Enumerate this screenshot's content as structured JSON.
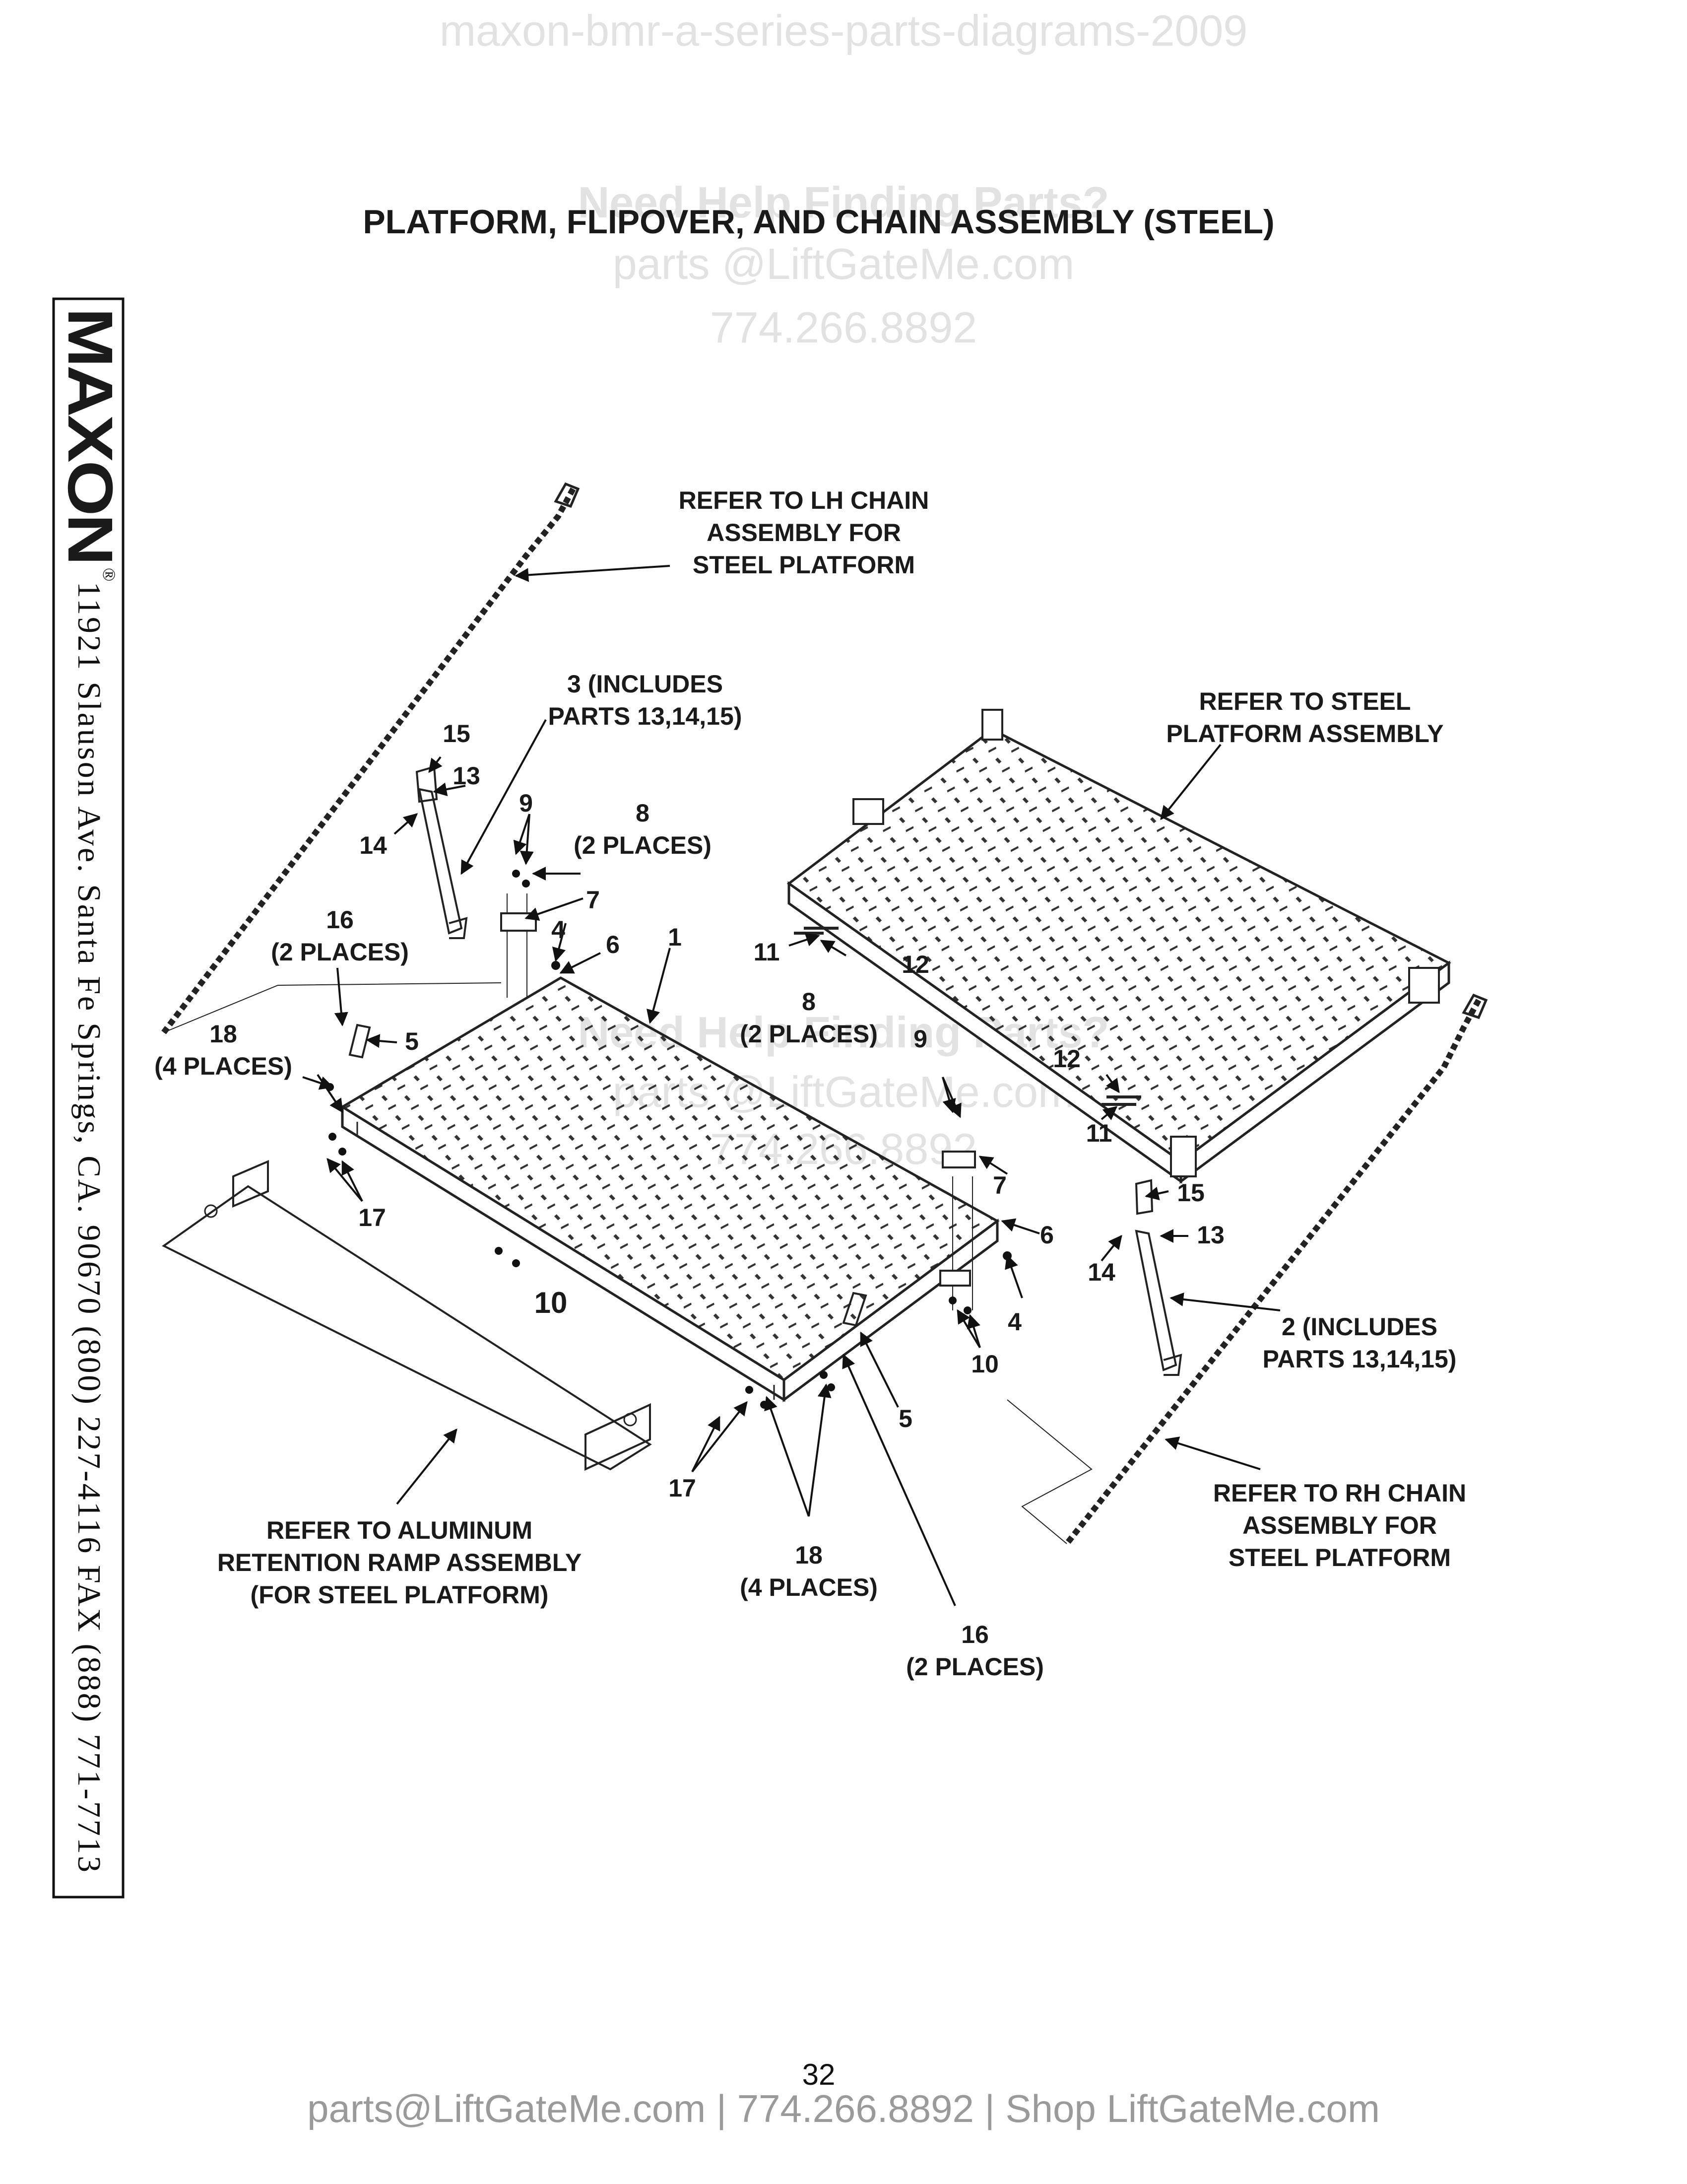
{
  "watermark": {
    "doc_name": "maxon-bmr-a-series-parts-diagrams-2009",
    "help_text": "Need Help Finding Parts?",
    "email": "parts @LiftGateMe.com",
    "phone": "774.266.8892",
    "center_help": "Need Help Finding Parts?",
    "center_email": "parts @LiftGateMe.com",
    "center_phone": "774.266.8892"
  },
  "title": "PLATFORM, FLIPOVER, AND CHAIN ASSEMBLY (STEEL)",
  "sidebar": {
    "logo": "MAXON",
    "registered": "®",
    "address": "11921 Slauson Ave.  Santa Fe Springs, CA.  90670  (800) 227-4116  FAX (888) 771-7713"
  },
  "callouts": {
    "lh_chain": [
      "REFER TO LH CHAIN",
      "ASSEMBLY FOR",
      "STEEL PLATFORM"
    ],
    "part3": [
      "3 (INCLUDES",
      "PARTS 13,14,15)"
    ],
    "steel_platform": [
      "REFER TO STEEL",
      "PLATFORM ASSEMBLY"
    ],
    "n15a": "15",
    "n13a": "13",
    "n14a": "14",
    "n9a": "9",
    "n8a": [
      "8",
      "(2 PLACES)"
    ],
    "n7a": "7",
    "n4a": "4",
    "n6a": "6",
    "n1": "1",
    "n16a": [
      "16",
      "(2 PLACES)"
    ],
    "n5a": "5",
    "n18a": [
      "18",
      "(4 PLACES)"
    ],
    "n17a": "17",
    "n10a": "10",
    "n11a": "11",
    "n12a": "12",
    "n8b": [
      "8",
      "(2 PLACES)"
    ],
    "n9b": "9",
    "n12b": "12",
    "n11b": "11",
    "n7b": "7",
    "n6b": "6",
    "n15b": "15",
    "n13b": "13",
    "n14b": "14",
    "n4b": "4",
    "n10b": "10",
    "part2": [
      "2 (INCLUDES",
      "PARTS 13,14,15)"
    ],
    "n5b": "5",
    "n17b": "17",
    "n18b": [
      "18",
      "(4 PLACES)"
    ],
    "n16b": [
      "16",
      "(2 PLACES)"
    ],
    "ramp": [
      "REFER TO ALUMINUM",
      "RETENTION RAMP ASSEMBLY",
      "(FOR STEEL PLATFORM)"
    ],
    "rh_chain": [
      "REFER TO RH CHAIN",
      "ASSEMBLY FOR",
      "STEEL PLATFORM"
    ]
  },
  "page_number": "32",
  "footer": "parts@LiftGateMe.com | 774.266.8892 | Shop LiftGateMe.com"
}
